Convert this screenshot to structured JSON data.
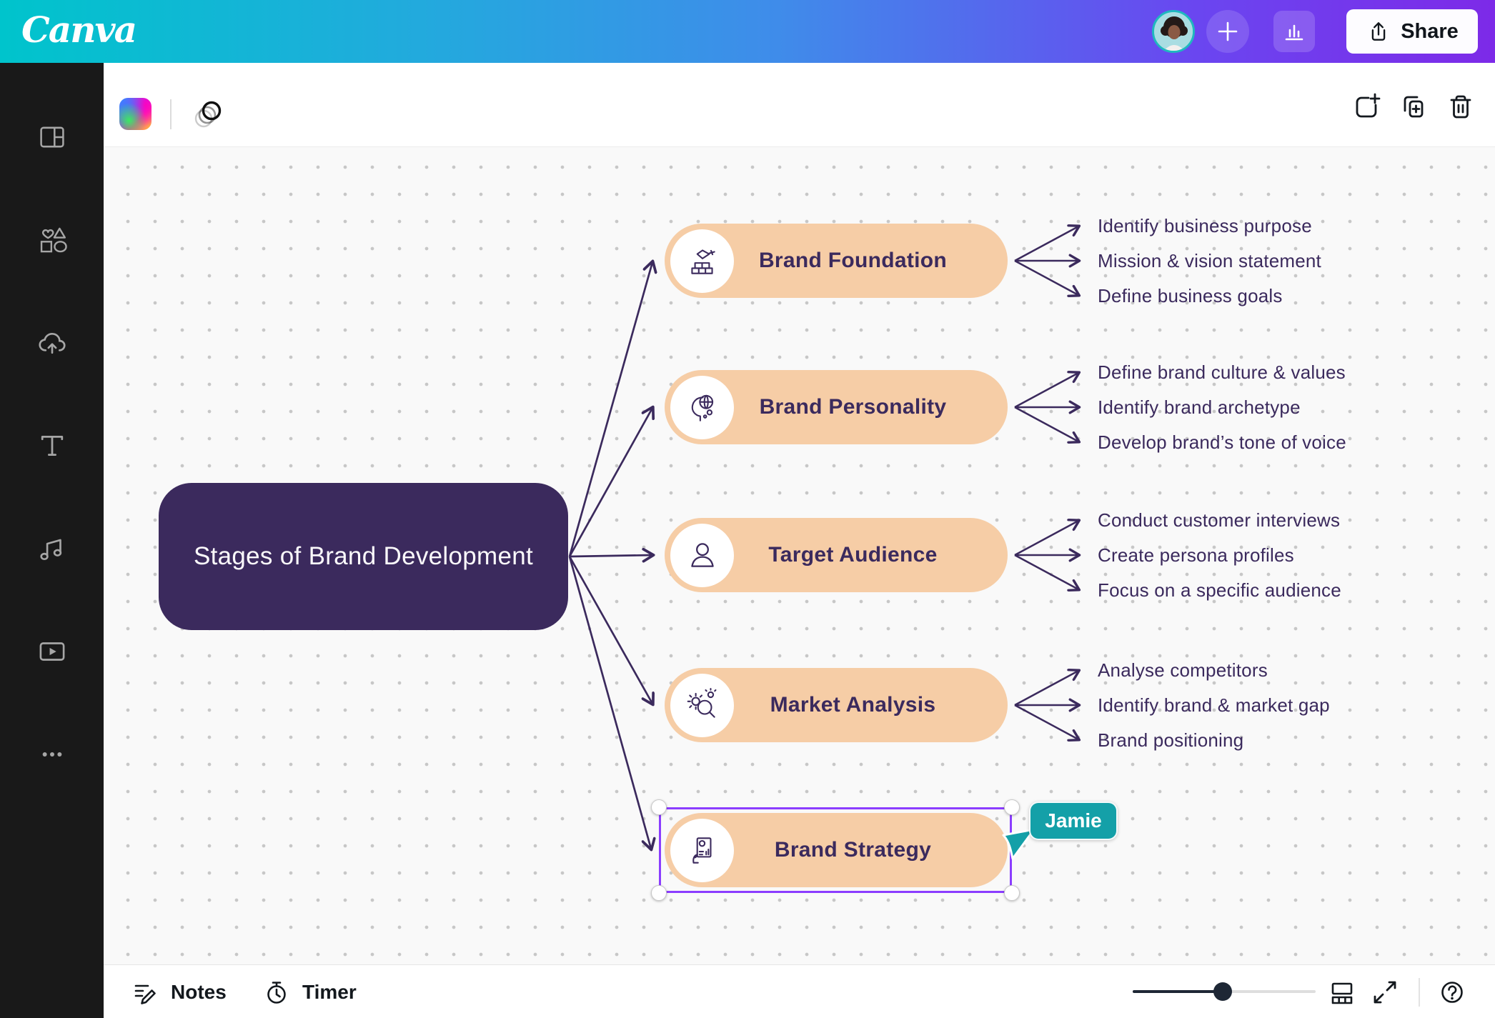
{
  "header": {
    "logo_text": "Canva",
    "share_label": "Share"
  },
  "mindmap": {
    "root_label": "Stages of Brand Development",
    "branches": [
      {
        "label": "Brand Foundation",
        "icon": "bricks-trowel-icon",
        "items": [
          "Identify business purpose",
          "Mission & vision statement",
          "Define business goals"
        ]
      },
      {
        "label": "Brand Personality",
        "icon": "head-globe-icon",
        "items": [
          "Define brand culture & values",
          "Identify brand archetype",
          "Develop brand’s tone of voice"
        ]
      },
      {
        "label": "Target Audience",
        "icon": "person-icon",
        "items": [
          "Conduct customer interviews",
          "Create persona profiles",
          "Focus on a specific audience"
        ]
      },
      {
        "label": "Market Analysis",
        "icon": "gear-magnifier-icon",
        "items": [
          "Analyse competitors",
          "Identify brand & market gap",
          "Brand positioning"
        ]
      },
      {
        "label": "Brand Strategy",
        "icon": "strategy-document-icon",
        "selected": true,
        "items": []
      }
    ],
    "collaborator": {
      "name": "Jamie",
      "color": "#14a0a8"
    }
  },
  "footer": {
    "notes_label": "Notes",
    "timer_label": "Timer"
  },
  "colors": {
    "node_purple": "#3b2a5d",
    "branch_peach": "#f6cda6",
    "selection_purple": "#8b3dff",
    "collaborator_teal": "#14a0a8",
    "header_gradient_start": "#00c4cc",
    "header_gradient_end": "#7d2ae8",
    "sidebar_bg": "#191919",
    "canvas_bg": "#f9f9f9"
  }
}
